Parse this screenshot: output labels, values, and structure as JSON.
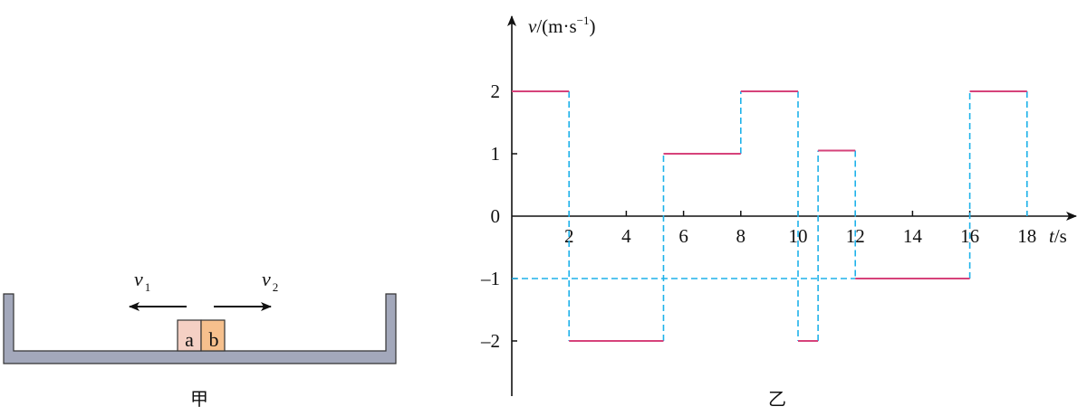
{
  "figure_a": {
    "caption": "甲",
    "block_a_label": "a",
    "block_b_label": "b",
    "v1_symbol": "v",
    "v1_sub": "1",
    "v2_symbol": "v",
    "v2_sub": "2",
    "colors": {
      "container": "#a3a8bb",
      "block_a": "#f5d0c4",
      "block_b": "#f6c08d"
    }
  },
  "chart_data": {
    "type": "line",
    "caption": "乙",
    "ylabel_var": "v",
    "ylabel_unit": "/(m·s",
    "ylabel_exp": "−1",
    "ylabel_close": ")",
    "xlabel_var": "t",
    "xlabel_unit": "/s",
    "xlim": [
      0,
      19.5
    ],
    "ylim": [
      -3,
      3.2
    ],
    "x_ticks": [
      "2",
      "4",
      "6",
      "8",
      "10",
      "12",
      "14",
      "16",
      "18"
    ],
    "x_tick_values": [
      2,
      4,
      6,
      8,
      10,
      12,
      14,
      16,
      18
    ],
    "y_ticks": [
      "2",
      "1",
      "0",
      "-1",
      "-2"
    ],
    "y_tick_values": [
      2,
      1,
      0,
      -1,
      -2
    ],
    "segments": [
      {
        "t0": 0,
        "t1": 2,
        "v": 2
      },
      {
        "t0": 2,
        "t1": 5.3,
        "v": -2
      },
      {
        "t0": 5.3,
        "t1": 8,
        "v": 1
      },
      {
        "t0": 8,
        "t1": 10,
        "v": 2
      },
      {
        "t0": 10,
        "t1": 10.7,
        "v": -2
      },
      {
        "t0": 10.7,
        "t1": 12,
        "v": 1.05
      },
      {
        "t0": 12,
        "t1": 16,
        "v": -1
      },
      {
        "t0": 16,
        "t1": 18,
        "v": 2
      }
    ],
    "guide_h": {
      "v": -1,
      "t0": 0,
      "t1": 12
    },
    "colors": {
      "line": "#d6427a",
      "guide": "#1eb2ea",
      "axis": "#111111"
    }
  }
}
